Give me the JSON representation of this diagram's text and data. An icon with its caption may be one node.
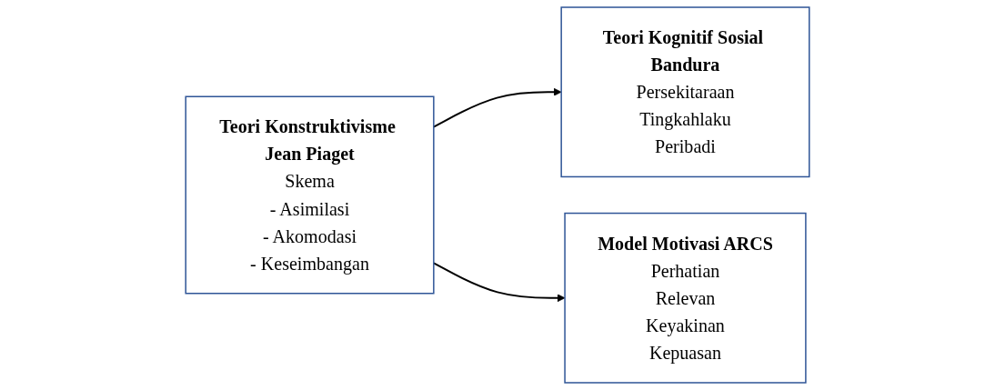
{
  "diagram": {
    "nodes": [
      {
        "text": [
          "Teori Konstruktivisme Jean Piaget",
          "Skema",
          "- Asimilasi",
          "- Akomodasi",
          "- Keseimbangan"
        ]
      },
      {
        "text": [
          "Teori Kognitif Sosial Bandura",
          "Persekitaraan",
          "Tingkahlaku",
          "Peribadi"
        ]
      },
      {
        "text": [
          "Model Motivasi ARCS",
          "Perhatian",
          "Relevan",
          "Keyakinan",
          "Kepuasan"
        ]
      }
    ],
    "edges": [
      {
        "from": 0,
        "to": 1,
        "arrow": "to"
      },
      {
        "from": 0,
        "to": 2,
        "arrow": "to"
      }
    ]
  }
}
